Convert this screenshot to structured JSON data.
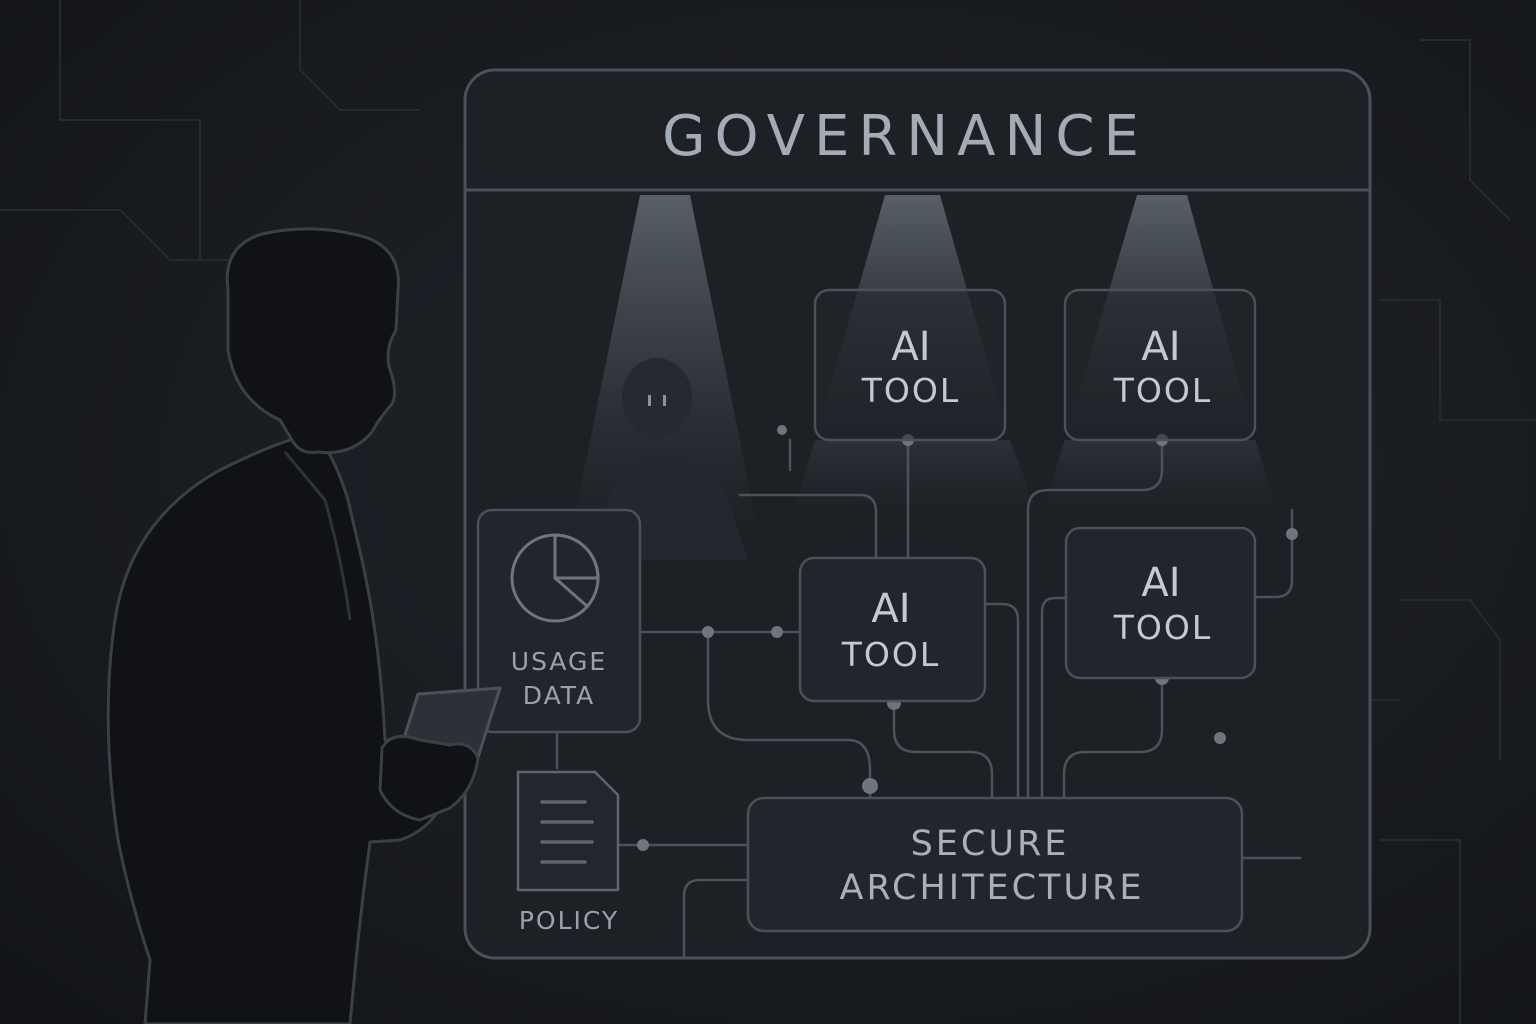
{
  "panel": {
    "title": "GOVERNANCE"
  },
  "nodes": {
    "ai_tool_center": {
      "line1": "AI",
      "line2": "TOOL"
    },
    "ai_tool_top_mid": {
      "line1": "AI",
      "line2": "TOOL"
    },
    "ai_tool_top_right": {
      "line1": "AI",
      "line2": "TOOL"
    },
    "ai_tool_mid_right": {
      "line1": "AI",
      "line2": "TOOL"
    },
    "usage_data": {
      "line1": "USAGE",
      "line2": "DATA",
      "icon": "pie-chart-icon"
    },
    "policy": {
      "label": "POLICY",
      "icon": "document-icon"
    },
    "secure_architecture": {
      "line1": "SECURE",
      "line2": "ARCHITECTURE"
    }
  },
  "figures": {
    "person": "silhouette-person-with-tablet",
    "robot": "robot-silhouette-under-spotlight"
  },
  "colors": {
    "background": "#181b20",
    "panel_stroke": "#4a5159",
    "text": "#c3cad1",
    "spotlight": "#7c8590"
  }
}
